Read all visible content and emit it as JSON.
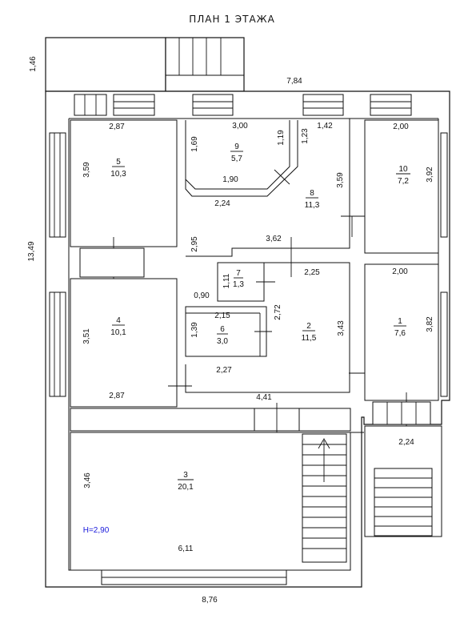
{
  "title": "ПЛАН 1 ЭТАЖА",
  "dimensions": {
    "porch_depth": "1,46",
    "top_width": "7,84",
    "left_height": "13,49",
    "bottom_width": "8,76",
    "r5_width": "2,87",
    "r5_height": "3,59",
    "r9_width": "3,00",
    "r9_left": "1,69",
    "r9_right": "1,19",
    "r9_diag": "1,23",
    "r9_bottom": "1,90",
    "bay_width": "1,42",
    "r10_width": "2,00",
    "r10_height": "3,92",
    "r8_height": "3,59",
    "r8_bottom": "2,24",
    "hall_width": "3,62",
    "hall_height": "2,95",
    "r7_width": "1,11",
    "r2_top": "2,25",
    "r2_left": "2,72",
    "r2_right": "3,43",
    "r1_width": "2,00",
    "r1_height": "3,82",
    "r6_width": "2,15",
    "r6_height": "1,39",
    "r6_gap": "0,90",
    "r2_bottom": "2,27",
    "r4_height": "3,51",
    "r4_width": "2,87",
    "corridor_width": "4,41",
    "entry_width": "2,24",
    "r3_height": "3,46",
    "r3_width": "6,11"
  },
  "rooms": [
    {
      "num": "1",
      "area": "7,6"
    },
    {
      "num": "2",
      "area": "11,5"
    },
    {
      "num": "3",
      "area": "20,1"
    },
    {
      "num": "4",
      "area": "10,1"
    },
    {
      "num": "5",
      "area": "10,3"
    },
    {
      "num": "6",
      "area": "3,0"
    },
    {
      "num": "7",
      "area": "1,3"
    },
    {
      "num": "8",
      "area": "11,3"
    },
    {
      "num": "9",
      "area": "5,7"
    },
    {
      "num": "10",
      "area": "7,2"
    }
  ],
  "ceiling_height": "H=2,90",
  "colors": {
    "lines": "#111111",
    "height_label": "#1a1adb"
  }
}
